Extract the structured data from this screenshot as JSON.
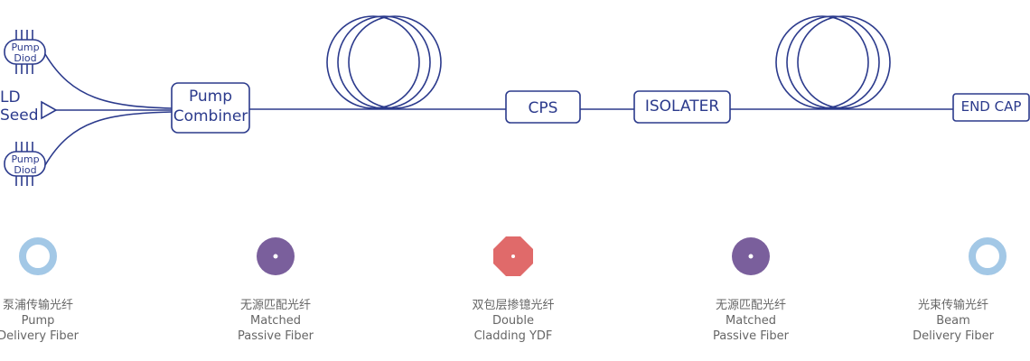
{
  "colors": {
    "line": "#2b3a8c",
    "pump_delivery": "#a3c8e6",
    "passive": "#7a5f9c",
    "ydf": "#e06a6a",
    "beam": "#a3c8e6"
  },
  "components": {
    "pump_diode_top": [
      "Pump",
      "Diod"
    ],
    "ld_seed": [
      "LD",
      "Seed"
    ],
    "pump_diode_bottom": [
      "Pump",
      "Diod"
    ],
    "pump_combiner": [
      "Pump",
      "Combiner"
    ],
    "cps": "CPS",
    "isolater": "ISOLATER",
    "end_cap": "END CAP"
  },
  "legend": [
    {
      "cn": "泵浦传输光纤",
      "en1": "Pump",
      "en2": "Delivery Fiber",
      "icon": "ring-icon"
    },
    {
      "cn": "无源匹配光纤",
      "en1": "Matched",
      "en2": "Passive Fiber",
      "icon": "dot-circle-icon"
    },
    {
      "cn": "双包层掺镱光纤",
      "en1": "Double",
      "en2": "Cladding YDF",
      "icon": "octagon-icon"
    },
    {
      "cn": "无源匹配光纤",
      "en1": "Matched",
      "en2": "Passive Fiber",
      "icon": "dot-circle-icon"
    },
    {
      "cn": "光束传输光纤",
      "en1": "Beam",
      "en2": "Delivery Fiber",
      "icon": "ring-icon"
    }
  ]
}
